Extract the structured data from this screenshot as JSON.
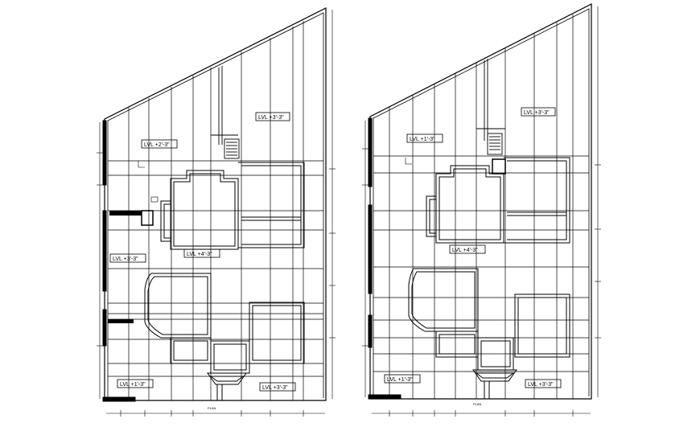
{
  "drawing": {
    "colors": {
      "ink": "#000000",
      "paper": "#ffffff"
    },
    "plans": [
      {
        "levels": [
          "LVL +2'-3\"",
          "LVL +3'-3\"",
          "LVL +3'-3\"",
          "LVL +4'-3\"",
          "LVL +1'-3\"",
          "LVL +3'-3\""
        ],
        "caption": "PLAN"
      },
      {
        "levels": [
          "LVL +1'-3\"",
          "LVL +3'-3\"",
          "LVL +4'-3\"",
          "LVL +1'-3\"",
          "LVL +3'-3\""
        ],
        "caption": "PLAN"
      }
    ]
  }
}
